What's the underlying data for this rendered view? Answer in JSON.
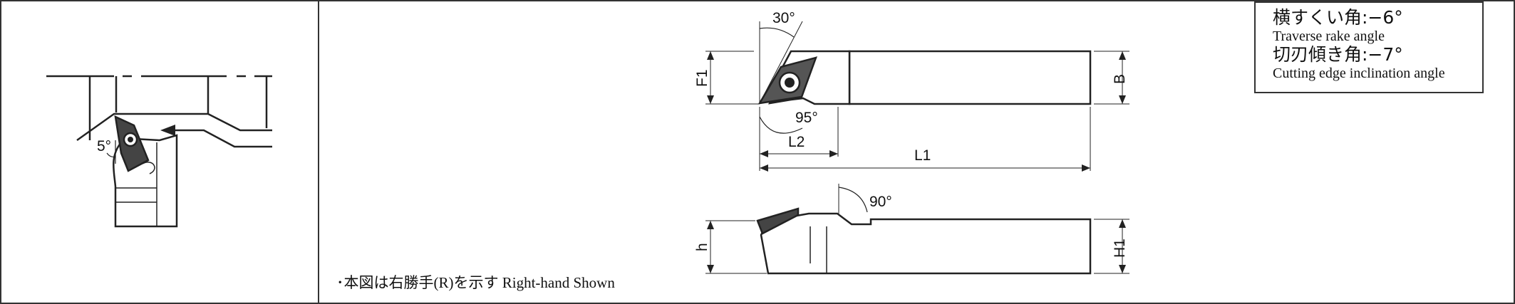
{
  "dimensions": {
    "angle_30": "30°",
    "angle_95": "95°",
    "angle_90": "90°",
    "angle_5": "5°",
    "f1": "F1",
    "b": "B",
    "l1": "L1",
    "l2": "L2",
    "h": "h",
    "h1": "H1"
  },
  "note": "･本図は右勝手(R)を示す Right-hand Shown",
  "angles_box": {
    "traverse_jp": "横すくい角:−6°",
    "traverse_en": "Traverse rake angle",
    "inclination_jp": "切刃傾き角:−7°",
    "inclination_en": "Cutting edge inclination angle"
  }
}
